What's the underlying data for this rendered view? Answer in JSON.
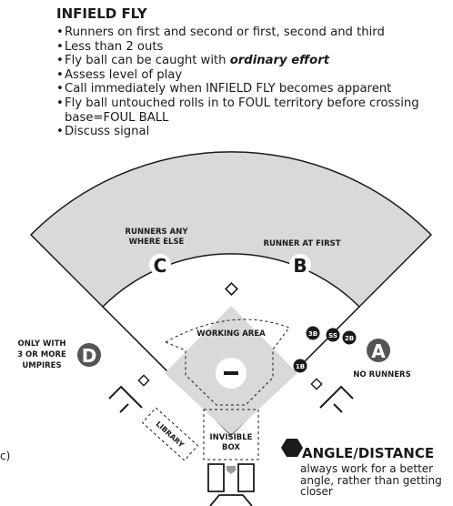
{
  "header": {
    "title": "INFIELD FLY",
    "bullets": [
      "Runners on first and second or first, second and third",
      "Less than 2 outs",
      "Fly ball can be caught with ",
      "Assess level of play",
      "Call immediately when INFIELD FLY becomes apparent",
      "Fly ball untouched rolls in to FOUL territory before crossing base=FOUL BALL",
      "Discuss signal"
    ],
    "emphasis": "ordinary effort"
  },
  "diagram": {
    "zone_c_label_1": "RUNNERS ANY",
    "zone_c_label_2": "WHERE ELSE",
    "zone_c_letter": "C",
    "zone_b_label": "RUNNER AT FIRST",
    "zone_b_letter": "B",
    "zone_d_label_1": "ONLY WITH",
    "zone_d_label_2": "3 OR MORE",
    "zone_d_label_3": "UMPIRES",
    "zone_d_letter": "D",
    "zone_a_letter": "A",
    "zone_a_label": "NO RUNNERS",
    "working_area": "WORKING AREA",
    "library": "LIBRARY",
    "invisible_box_1": "INVISIBLE",
    "invisible_box_2": "BOX",
    "fielders": [
      "3B",
      "SS",
      "2B",
      "1B"
    ],
    "colors": {
      "infield": "#d9d9d9",
      "outfield": "#d9d9d9",
      "marker": "#555555",
      "lines": "#1a1a1a"
    }
  },
  "footer": {
    "stray_label": "c)",
    "angle_title": "ANGLE/DISTANCE",
    "angle_body": "always work for a better angle, rather than getting closer"
  }
}
